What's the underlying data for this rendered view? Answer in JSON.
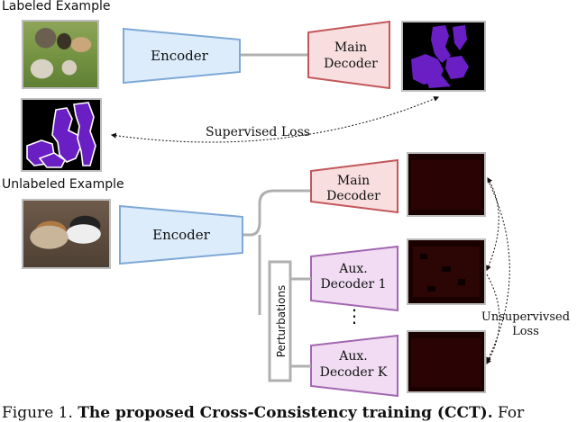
{
  "labels": {
    "labeled_example": "Labeled Example",
    "unlabeled_example": "Unlabeled Example",
    "supervised_loss": "Supervised Loss",
    "unsupervised_loss_line1": "Unsupervivsed",
    "unsupervised_loss_line2": "Loss",
    "perturbations": "Perturbations",
    "vertical_dots": "⋮"
  },
  "blocks": {
    "encoder_top": "Encoder",
    "encoder_bottom": "Encoder",
    "main_decoder_top": [
      "Main",
      "Decoder"
    ],
    "main_decoder_bottom": [
      "Main",
      "Decoder"
    ],
    "aux_decoder_1": [
      "Aux.",
      "Decoder 1"
    ],
    "aux_decoder_k": [
      "Aux.",
      "Decoder K"
    ]
  },
  "caption": {
    "prefix": "Figure 1. ",
    "bold": "The proposed Cross-Consistency training (CCT).",
    "suffix": " For"
  },
  "colors": {
    "encoder_fill": "#dcecfb",
    "encoder_stroke": "#7fa9d6",
    "main_decoder_fill": "#f8dede",
    "main_decoder_stroke": "#c2575b",
    "aux_decoder_fill": "#f1dcf3",
    "aux_decoder_stroke": "#a267b0",
    "connector": "#b0b0b0",
    "segmentation_purple": "#6a1fc4"
  }
}
